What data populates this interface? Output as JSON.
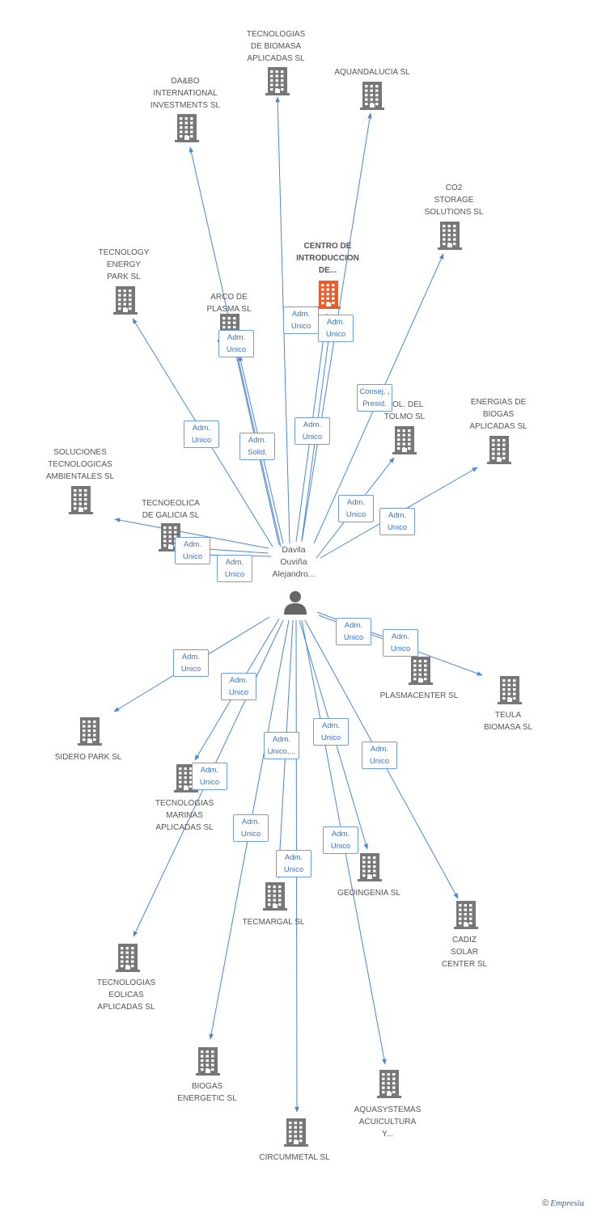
{
  "colors": {
    "edge": "#4a86d8",
    "building": "#777777",
    "highlight": "#f05a28",
    "person": "#666666"
  },
  "center": {
    "name": "Davila\nOuviña\nAlejandro...",
    "icon": "person-icon"
  },
  "companies": [
    {
      "id": "c1",
      "name": "TECNOLOGIAS\nDE BIOMASA\nAPLICADAS SL"
    },
    {
      "id": "c2",
      "name": "AQUANDALUCIA SL"
    },
    {
      "id": "c3",
      "name": "DA&BO\nINTERNATIONAL\nINVESTMENTS SL"
    },
    {
      "id": "c4",
      "name": "CO2\nSTORAGE\nSOLUTIONS SL"
    },
    {
      "id": "c5",
      "name": "CENTRO DE\nINTRODUCCION\nDE...",
      "highlight": true
    },
    {
      "id": "c6",
      "name": "TECNOLOGY\nENERGY\nPARK SL"
    },
    {
      "id": "c7",
      "name": "ARCO DE\nPLASMA SL"
    },
    {
      "id": "c8",
      "name": "...OL. DEL\nTOLMO SL"
    },
    {
      "id": "c9",
      "name": "ENERGIAS DE\nBIOGAS\nAPLICADAS SL"
    },
    {
      "id": "c10",
      "name": "SOLUCIONES\nTECNOLOGICAS\nAMBIENTALES SL"
    },
    {
      "id": "c11",
      "name": "TECNOEOLICA\nDE GALICIA SL"
    },
    {
      "id": "c12",
      "name": "PLASMACENTER SL"
    },
    {
      "id": "c13",
      "name": "TEULA\nBIOMASA SL"
    },
    {
      "id": "c14",
      "name": "SIDERO PARK SL"
    },
    {
      "id": "c15",
      "name": "TECNOLOGIAS\nMARINAS\nAPLICADAS SL"
    },
    {
      "id": "c16",
      "name": "GEOINGENIA SL"
    },
    {
      "id": "c17",
      "name": "TECMARGAL SL"
    },
    {
      "id": "c18",
      "name": "CADIZ\nSOLAR\nCENTER SL"
    },
    {
      "id": "c19",
      "name": "TECNOLOGIAS\nEOLICAS\nAPLICADAS SL"
    },
    {
      "id": "c20",
      "name": "BIOGAS\nENERGETIC SL"
    },
    {
      "id": "c21",
      "name": "AQUASYSTEMAS\nACUICULTURA\nY..."
    },
    {
      "id": "c22",
      "name": "CIRCUMMETAL SL"
    }
  ],
  "relations": [
    {
      "id": "r1",
      "label": "Adm.\nUnico"
    },
    {
      "id": "r2",
      "label": "Adm.\nUnico"
    },
    {
      "id": "r3",
      "label": "Adm.\nUnico"
    },
    {
      "id": "r4",
      "label": "Adm.\nUnico"
    },
    {
      "id": "r5",
      "label": "Consej. ,\nPresid."
    },
    {
      "id": "r6",
      "label": "Adm.\nUnico"
    },
    {
      "id": "r7",
      "label": "Adm.\nSolid."
    },
    {
      "id": "r8",
      "label": "Adm.\nUnico"
    },
    {
      "id": "r9",
      "label": "Adm.\nUnico"
    },
    {
      "id": "r10",
      "label": "Adm.\nUnico"
    },
    {
      "id": "r11",
      "label": "Adm.\nUnico"
    },
    {
      "id": "r12",
      "label": "Adm.\nUnico"
    },
    {
      "id": "r13",
      "label": "Adm.\nUnico"
    },
    {
      "id": "r14",
      "label": "Adm.\nUnico"
    },
    {
      "id": "r15",
      "label": "Adm.\nUnico"
    },
    {
      "id": "r16",
      "label": "Adm.\nUnico"
    },
    {
      "id": "r17",
      "label": "Adm.\nUnico,..."
    },
    {
      "id": "r18",
      "label": "Adm.\nUnico"
    },
    {
      "id": "r19",
      "label": "Adm.\nUnico"
    },
    {
      "id": "r20",
      "label": "Adm.\nUnico"
    },
    {
      "id": "r21",
      "label": "Adm.\nUnico"
    },
    {
      "id": "r22",
      "label": "Adm.\nUnico"
    },
    {
      "id": "r23",
      "label": "Adm.\nUnico"
    }
  ],
  "watermark": {
    "copyright": "©",
    "brand": "Empresia"
  }
}
